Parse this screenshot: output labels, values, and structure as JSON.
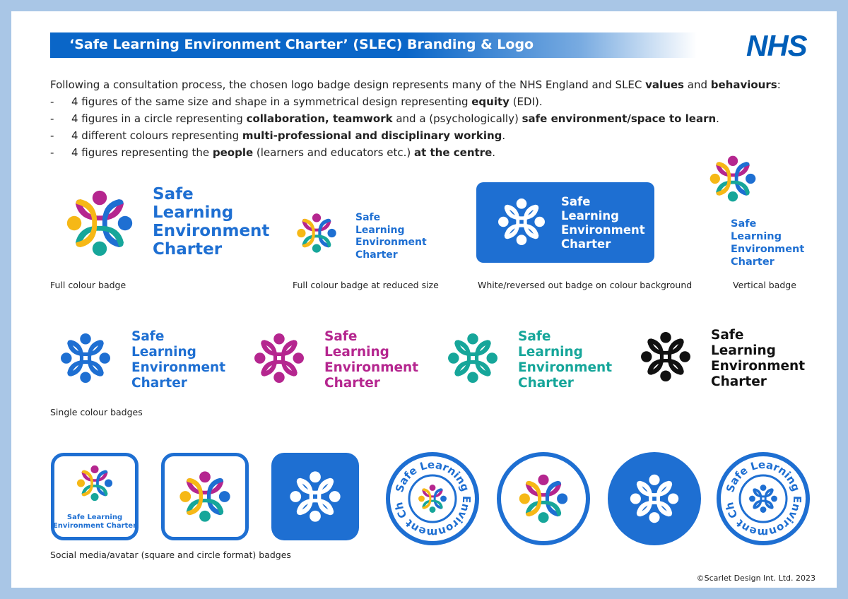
{
  "header": {
    "title": "‘Safe Learning Environment Charter’ (SLEC) Branding & Logo",
    "nhs_logo": "NHS"
  },
  "intro": {
    "p1_a": "Following a consultation process, the chosen logo badge design represents many of the NHS England and SLEC ",
    "p1_b": "values",
    "p1_c": " and ",
    "p1_d": "behaviours",
    "p1_e": ":",
    "bullets": [
      {
        "dash": "-",
        "a": "4 figures of the same size and shape in a symmetrical design representing ",
        "b": "equity",
        "c": " (EDI).",
        "d": "",
        "e": "",
        "f": ""
      },
      {
        "dash": "-",
        "a": "4 figures in a circle representing ",
        "b": "collaboration, teamwork",
        "c": " and a (psychologically) ",
        "d": "safe environment/space to learn",
        "e": ".",
        "f": ""
      },
      {
        "dash": "-",
        "a": "4 different colours representing ",
        "b": "multi-professional and disciplinary working",
        "c": ".",
        "d": "",
        "e": "",
        "f": ""
      },
      {
        "dash": "-",
        "a": "4 figures representing the ",
        "b": "people",
        "c": " (learners and educators etc.) ",
        "d": "at the centre",
        "e": ".",
        "f": ""
      }
    ]
  },
  "wordmark": {
    "line1": "Safe",
    "line2": "Learning",
    "line3": "Environment",
    "line4": "Charter",
    "compact_line1": "Safe Learning",
    "compact_line2": "Environment Charter",
    "circle_text": "Safe Learning Environment Charter"
  },
  "captions": {
    "full_colour": "Full colour badge",
    "reduced": "Full colour badge at reduced size",
    "reversed": "White/reversed out badge on colour background",
    "vertical": "Vertical badge",
    "single": "Single colour badges",
    "social": "Social media/avatar (square and circle format) badges"
  },
  "copyright": "©Scarlet Design Int. Ltd. 2023",
  "colors": {
    "blue": "#1e6fd2",
    "magenta": "#b5268f",
    "teal": "#16a69a",
    "yellow": "#f6b816",
    "black": "#111111",
    "nhs_blue": "#005eb8",
    "frame": "#a9c6e6"
  }
}
